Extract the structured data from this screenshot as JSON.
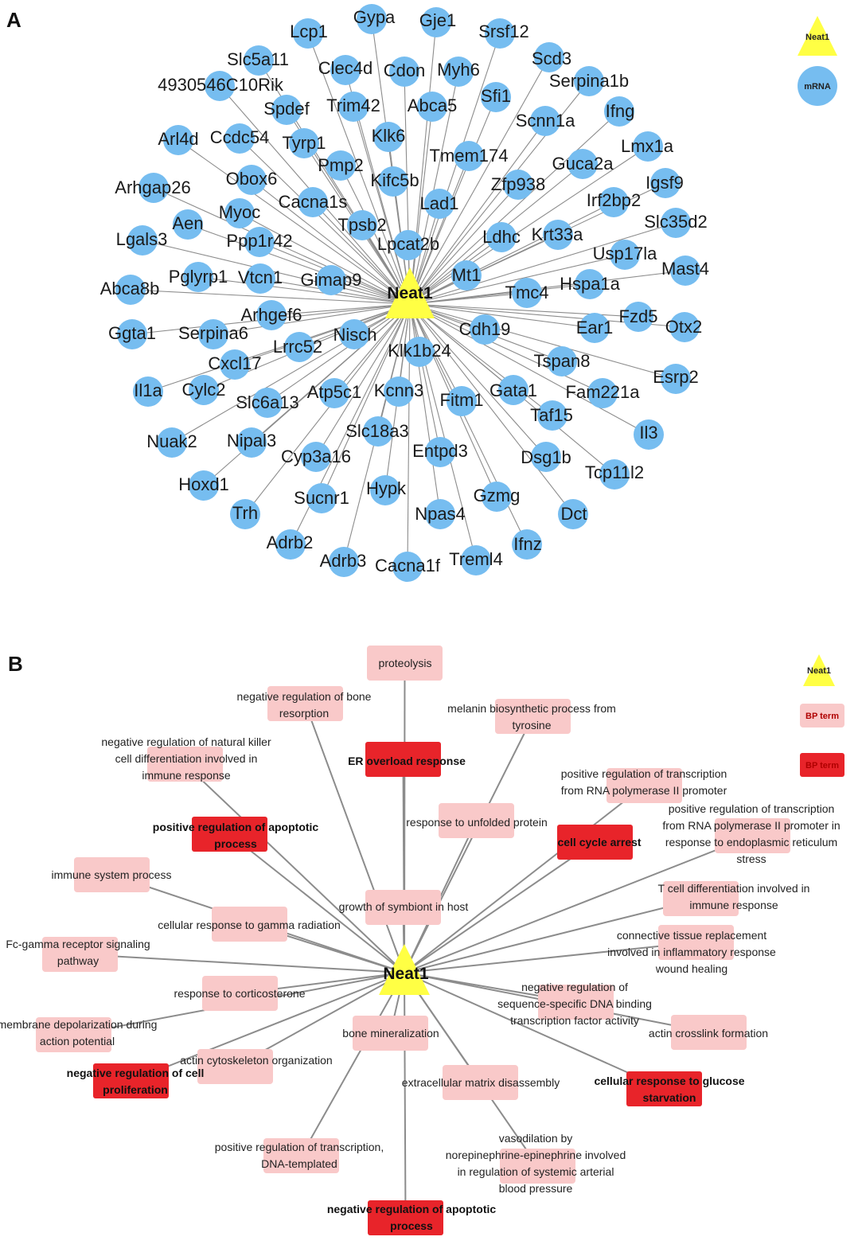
{
  "panel_a": {
    "letter": "A",
    "hub": "Neat1",
    "legend": {
      "hub_label": "Neat1",
      "node_label": "mRNA"
    },
    "genes": [
      "Lcp1",
      "Gypa",
      "Gje1",
      "Srsf12",
      "Scd3",
      "Serpina1b",
      "Ifng",
      "Lmx1a",
      "Igsf9",
      "Slc35d2",
      "Mast4",
      "Otx2",
      "Esrp2",
      "Il3",
      "Tcp11l2",
      "Dct",
      "Ifnz",
      "Treml4",
      "Cacna1f",
      "Adrb3",
      "Adrb2",
      "Trh",
      "Hoxd1",
      "Nuak2",
      "Il1a",
      "Ggta1",
      "Abca8b",
      "Lgals3",
      "Arhgap26",
      "Arl4d",
      "4930546C10Rik",
      "Slc5a11",
      "Clec4d",
      "Cdon",
      "Myh6",
      "Sfi1",
      "Scnn1a",
      "Guca2a",
      "Irf2bp2",
      "Krt33a",
      "Usp17la",
      "Hspa1a",
      "Fzd5",
      "Ear1",
      "Tspan8",
      "Fam221a",
      "Taf15",
      "Dsg1b",
      "Gzmg",
      "Npas4",
      "Hypk",
      "Sucnr1",
      "Cyp3a16",
      "Nipal3",
      "Cylc2",
      "Cxcl17",
      "Serpina6",
      "Pglyrp1",
      "Aen",
      "Myoc",
      "Obox6",
      "Ccdc54",
      "Spdef",
      "Trim42",
      "Abca5",
      "Klk6",
      "Tmem174",
      "Zfp938",
      "Ldhc",
      "Mt1",
      "Tmc4",
      "Cdh19",
      "Gata1",
      "Fitm1",
      "Entpd3",
      "Slc18a3",
      "Kcnn3",
      "Atp5c1",
      "Slc6a13",
      "Cacna1s",
      "Ppp1r42",
      "Vtcn1",
      "Tyrp1",
      "Pmp2",
      "Kifc5b",
      "Lad1",
      "Tpsb2",
      "Lpcat2b",
      "Gimap9",
      "Arhgef6",
      "Lrrc52",
      "Nisch",
      "Klk1b24"
    ]
  },
  "panel_b": {
    "letter": "B",
    "hub": "Neat1",
    "legend": {
      "hub_label": "Neat1",
      "light_label": "BP term",
      "dark_label": "BP term",
      "light_color": "#f9c9c9",
      "dark_color": "#e8242a"
    },
    "terms": [
      {
        "lines": [
          "proteolysis"
        ],
        "dark": false
      },
      {
        "lines": [
          "negative regulation of bone",
          "resorption"
        ],
        "dark": false
      },
      {
        "lines": [
          "melanin biosynthetic process from",
          "tyrosine"
        ],
        "dark": false
      },
      {
        "lines": [
          "negative regulation of natural killer",
          "cell differentiation involved in",
          "immune response"
        ],
        "dark": false
      },
      {
        "lines": [
          "ER overload response"
        ],
        "dark": true
      },
      {
        "lines": [
          "positive regulation of transcription",
          "from RNA polymerase II promoter"
        ],
        "dark": false
      },
      {
        "lines": [
          "positive regulation of transcription",
          "from RNA polymerase II promoter in",
          "response to endoplasmic reticulum",
          "stress"
        ],
        "dark": false
      },
      {
        "lines": [
          "positive regulation of apoptotic",
          "process"
        ],
        "dark": true
      },
      {
        "lines": [
          "response to unfolded protein"
        ],
        "dark": false
      },
      {
        "lines": [
          "cell cycle arrest"
        ],
        "dark": true
      },
      {
        "lines": [
          "immune system process"
        ],
        "dark": false
      },
      {
        "lines": [
          "T cell differentiation involved in",
          "immune response"
        ],
        "dark": false
      },
      {
        "lines": [
          "growth of symbiont in host"
        ],
        "dark": false
      },
      {
        "lines": [
          "cellular response to gamma radiation"
        ],
        "dark": false
      },
      {
        "lines": [
          "connective tissue replacement",
          "involved in inflammatory response",
          "wound healing"
        ],
        "dark": false
      },
      {
        "lines": [
          "Fc-gamma receptor signaling",
          "pathway"
        ],
        "dark": false
      },
      {
        "lines": [
          "negative regulation of",
          "sequence-specific DNA binding",
          "transcription factor activity"
        ],
        "dark": false
      },
      {
        "lines": [
          "response to corticosterone"
        ],
        "dark": false
      },
      {
        "lines": [
          "membrane depolarization during",
          "action potential"
        ],
        "dark": false
      },
      {
        "lines": [
          "bone mineralization"
        ],
        "dark": false
      },
      {
        "lines": [
          "actin crosslink formation"
        ],
        "dark": false
      },
      {
        "lines": [
          "actin cytoskeleton organization"
        ],
        "dark": false
      },
      {
        "lines": [
          "negative regulation of cell",
          "proliferation"
        ],
        "dark": true
      },
      {
        "lines": [
          "extracellular matrix disassembly"
        ],
        "dark": false
      },
      {
        "lines": [
          "cellular response to glucose",
          "starvation"
        ],
        "dark": true
      },
      {
        "lines": [
          "positive regulation of transcription,",
          "DNA-templated"
        ],
        "dark": false
      },
      {
        "lines": [
          "vasodilation by",
          "norepinephrine-epinephrine involved",
          "in regulation of systemic arterial",
          "blood pressure"
        ],
        "dark": false
      },
      {
        "lines": [
          "negative regulation of apoptotic",
          "process"
        ],
        "dark": true
      }
    ]
  },
  "colors": {
    "node": "#76bdf0",
    "hub": "#ffff44",
    "edge": "#8c8c8c",
    "light_box": "#f9c9c9",
    "dark_box": "#e8242a"
  }
}
